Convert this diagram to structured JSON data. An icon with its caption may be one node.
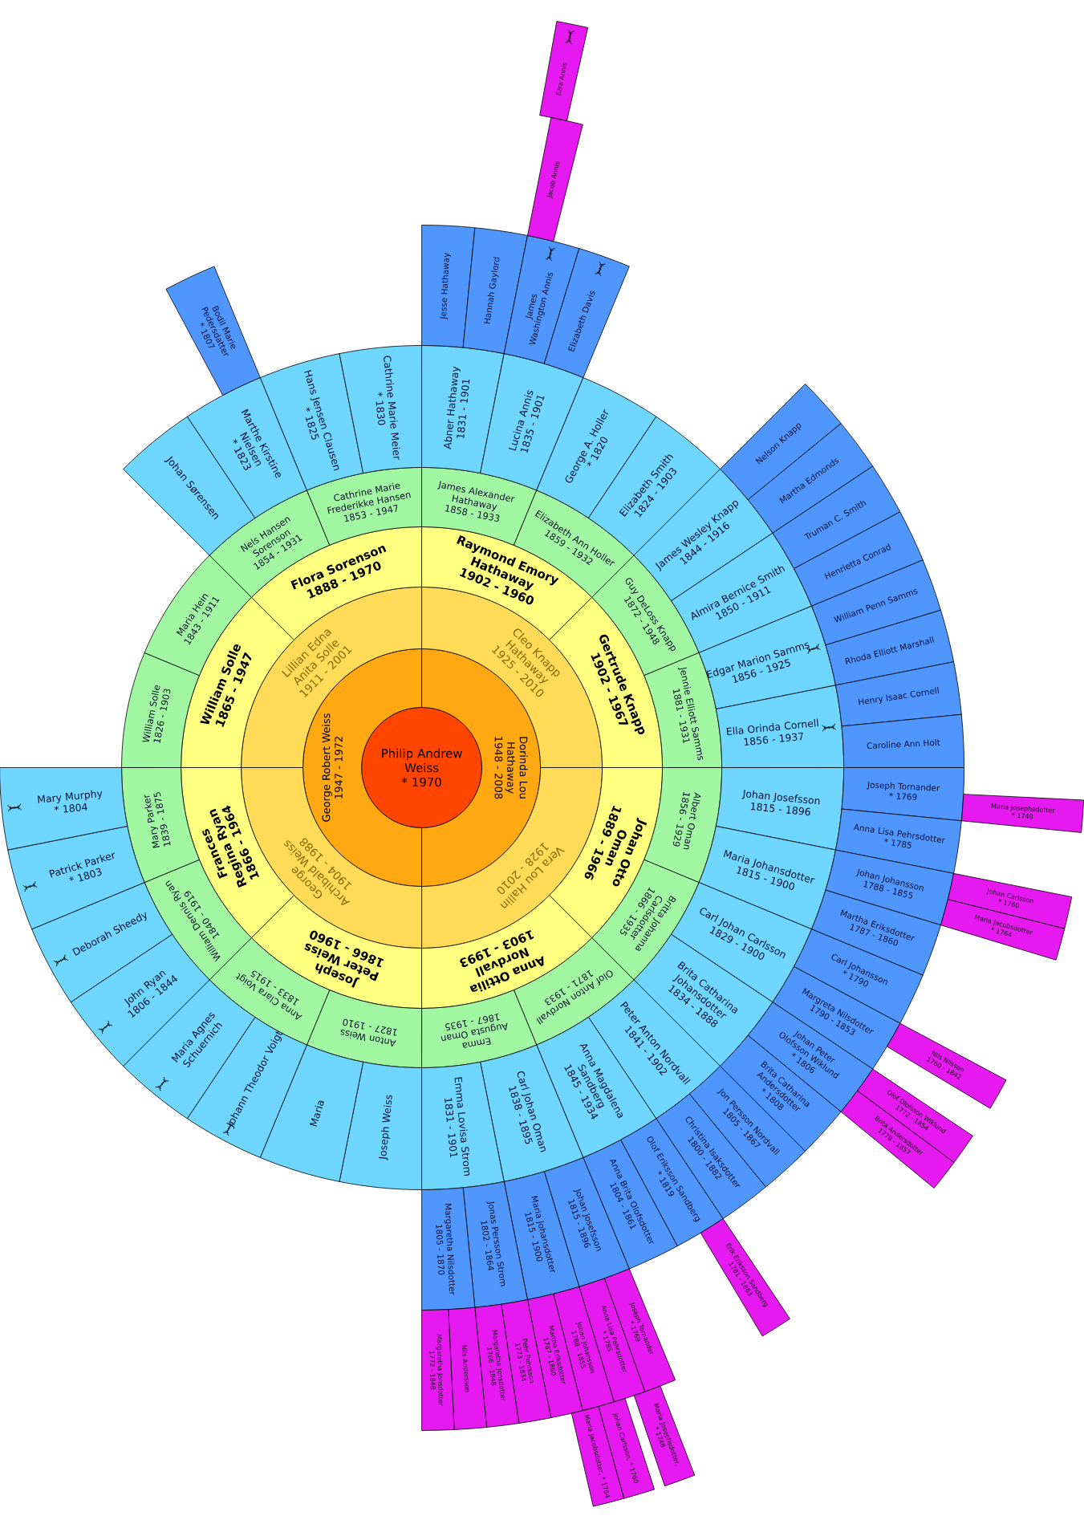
{
  "diagram": {
    "nodes": [
      {
        "text": [
          "Philip Andrew Weiss",
          "* 1970"
        ]
      },
      {
        "text": [
          "George Robert Weiss",
          "1947 - 1972"
        ]
      },
      {
        "text": [
          "Dorinda Lou Hathaway",
          "1948 - 2008"
        ]
      },
      {
        "text": [
          "George Archibald Weiss",
          "1904 - 1988"
        ]
      },
      {
        "text": [
          "Lillian Edna Anita Solle",
          "1911 - 2001"
        ]
      },
      {
        "text": [
          "Cleo Knapp Hathaway",
          "1925 - 2010"
        ]
      },
      {
        "text": [
          "Vera Lou Hallin",
          "1928 - 2010"
        ]
      },
      {
        "text": [
          "Joseph Peter Weiss",
          "1866 - 1960"
        ]
      },
      {
        "text": [
          "Frances Regina Ryan",
          "1866 - 1964"
        ]
      },
      {
        "text": [
          "William Solle",
          "1865 - 1947"
        ]
      },
      {
        "text": [
          "Flora Sorenson",
          "1888 - 1970"
        ]
      },
      {
        "text": [
          "Raymond Emory Hathaway",
          "1902 - 1960"
        ]
      },
      {
        "text": [
          "Gertrude Knapp",
          "1902 - 1967"
        ]
      },
      {
        "text": [
          "Johan Otto Oman",
          "1889 - 1966"
        ]
      },
      {
        "text": [
          "Anna Ottilia Nordvall",
          "1903 - 1993"
        ]
      },
      {
        "text": [
          "Anton Weiss",
          "1827 - 1910"
        ]
      },
      {
        "text": [
          "Anna Clara Voigt",
          "1833 - 1915"
        ]
      },
      {
        "text": [
          "William Dennis Ryan",
          "1840 - 1919"
        ]
      },
      {
        "text": [
          "Mary Parker",
          "1839 - 1875"
        ]
      },
      {
        "text": [
          "William Solle",
          "1826 - 1903"
        ]
      },
      {
        "text": [
          "Maria Hein",
          "1843 - 1911"
        ]
      },
      {
        "text": [
          "Nels Hansen Sorenson",
          "1854 - 1931"
        ]
      },
      {
        "text": [
          "Cathrine Marie Frederikke Hansen",
          "1853 - 1947"
        ]
      },
      {
        "text": [
          "James Alexander Hathaway",
          "1858 - 1933"
        ]
      },
      {
        "text": [
          "Elizabeth Ann Holler",
          "1859 - 1932"
        ]
      },
      {
        "text": [
          "Guy DeLoss Knapp",
          "1872 - 1948"
        ]
      },
      {
        "text": [
          "Jennie Elliott Samms",
          "1881 - 1931"
        ]
      },
      {
        "text": [
          "Albert Oman",
          "1856 - 1929"
        ]
      },
      {
        "text": [
          "Britta Johanna Carlsdotter",
          "1866 - 1935"
        ]
      },
      {
        "text": [
          "Olof Anton Nordvall",
          "1871 - 1933"
        ]
      },
      {
        "text": [
          "Emma Augusta Oman",
          "1867 - 1935"
        ]
      },
      {
        "text": [
          "Joseph Weiss"
        ]
      },
      {
        "text": [
          "Maria"
        ]
      },
      {
        "text": [
          "Johann Theodor Voigt"
        ]
      },
      {
        "text": [
          "Maria Agnes Schuernich"
        ]
      },
      {
        "text": [
          "John Ryan",
          "1806 - 1844"
        ]
      },
      {
        "text": [
          "Deborah Sheedy"
        ]
      },
      {
        "text": [
          "Patrick Parker",
          "* 1803"
        ]
      },
      {
        "text": [
          "Mary Murphy",
          "* 1804"
        ]
      },
      {
        "text": [
          "Johan Sørensen"
        ]
      },
      {
        "text": [
          "Marthe Kirstine Nielsen",
          "* 1823"
        ]
      },
      {
        "text": [
          "Hans Jensen Clausen",
          "* 1825"
        ]
      },
      {
        "text": [
          "Cathrine Marie Meier",
          "* 1830"
        ]
      },
      {
        "text": [
          "Abner Hathaway",
          "1831 - 1901"
        ]
      },
      {
        "text": [
          "Lucina Annis",
          "1835 - 1901"
        ]
      },
      {
        "text": [
          "George A. Holler",
          "* 1820"
        ]
      },
      {
        "text": [
          "Elizabeth Smith",
          "1824 - 1903"
        ]
      },
      {
        "text": [
          "James Wesley Knapp",
          "1844 - 1916"
        ]
      },
      {
        "text": [
          "Almira Bernice Smith",
          "1850 - 1911"
        ]
      },
      {
        "text": [
          "Edgar Marion Samms",
          "1856 - 1925"
        ]
      },
      {
        "text": [
          "Ella Orinda Cornell",
          "1856 - 1937"
        ]
      },
      {
        "text": [
          "Johan Josefsson",
          "1815 - 1896"
        ]
      },
      {
        "text": [
          "Maria Johansdotter",
          "1815 - 1900"
        ]
      },
      {
        "text": [
          "Carl Johan Carlsson",
          "1829 - 1900"
        ]
      },
      {
        "text": [
          "Brita Catharina Johansdotter",
          "1834 - 1888"
        ]
      },
      {
        "text": [
          "Peter Anton Nordvall",
          "1841 - 1902"
        ]
      },
      {
        "text": [
          "Anna Magdalena Sandberg",
          "1845 - 1934"
        ]
      },
      {
        "text": [
          "Carl Johan Oman",
          "1838 - 1895"
        ]
      },
      {
        "text": [
          "Emma Lovisa Strom",
          "1831 - 1901"
        ]
      },
      {
        "text": [
          "Bodil Marie Pedersdatter",
          "* 1807"
        ]
      },
      {
        "text": [
          "Jesse Hathaway"
        ]
      },
      {
        "text": [
          "Hannah Gaylord"
        ]
      },
      {
        "text": [
          "James Washington Annis"
        ]
      },
      {
        "text": [
          "Elizabeth Davis"
        ]
      },
      {
        "text": [
          "Nelson Knapp"
        ]
      },
      {
        "text": [
          "Martha Edmonds"
        ]
      },
      {
        "text": [
          "Truman C. Smith"
        ]
      },
      {
        "text": [
          "Henrietta Conrad"
        ]
      },
      {
        "text": [
          "William Penn Samms"
        ]
      },
      {
        "text": [
          "Rhoda Elliott Marshall"
        ]
      },
      {
        "text": [
          "Henry Isaac Cornell"
        ]
      },
      {
        "text": [
          "Caroline Ann Holt"
        ]
      },
      {
        "text": [
          "Joseph Tornander",
          "* 1769"
        ]
      },
      {
        "text": [
          "Anna Lisa Pehrsdotter",
          "* 1785"
        ]
      },
      {
        "text": [
          "Johan Johansson",
          "1788 - 1855"
        ]
      },
      {
        "text": [
          "Martha Eriksdotter",
          "1787 - 1860"
        ]
      },
      {
        "text": [
          "Carl Johansson",
          "* 1790"
        ]
      },
      {
        "text": [
          "Margreta Nilsdotter",
          "1790 - 1853"
        ]
      },
      {
        "text": [
          "Johan Peter Olofsson Wiklund",
          "* 1806"
        ]
      },
      {
        "text": [
          "Brita Catharina Andersdotter",
          "* 1808"
        ]
      },
      {
        "text": [
          "Jon Persson Nordvall",
          "1805 - 1867"
        ]
      },
      {
        "text": [
          "Christina Isaksdotter",
          "1800 - 1882"
        ]
      },
      {
        "text": [
          "Olof Eriksson Sandberg",
          "* 1819"
        ]
      },
      {
        "text": [
          "Anna Brita Olofsdotter",
          "1804 - 1861"
        ]
      },
      {
        "text": [
          "Johan Josefsson",
          "1815 - 1896"
        ]
      },
      {
        "text": [
          "Maria Johansdotter",
          "1815 - 1900"
        ]
      },
      {
        "text": [
          "Jonas Persson Strom",
          "1802 - 1864"
        ]
      },
      {
        "text": [
          "Margaretha Nilsdotter",
          "1805 - 1870"
        ]
      },
      {
        "text": [
          "Jacob Annis"
        ]
      },
      {
        "text": [
          "Maria Josephsdotter",
          "* 1748"
        ]
      },
      {
        "text": [
          "Johan Carlsson",
          "* 1760"
        ]
      },
      {
        "text": [
          "Maria Jacobsdotter",
          "* 1764"
        ]
      },
      {
        "text": [
          "Nils Nilsson",
          "1760 - 1842"
        ]
      },
      {
        "text": [
          "Olof Olofsson Wiklund",
          "1772 - 1854"
        ]
      },
      {
        "text": [
          "Brita Andersdotter",
          "1778 - 1857"
        ]
      },
      {
        "text": [
          "Erik Eriksson Sandberg",
          "1781 - 1863"
        ]
      },
      {
        "text": [
          "Joseph Tornander",
          "* 1769"
        ]
      },
      {
        "text": [
          "Anna Lisa Pehrsdotter",
          "* 1785"
        ]
      },
      {
        "text": [
          "Johan Johansson",
          "1788 - 1855"
        ]
      },
      {
        "text": [
          "Martha Eriksdotter",
          "1787 - 1860"
        ]
      },
      {
        "text": [
          "Pehr Pehrsson",
          "1773 - 1834"
        ]
      },
      {
        "text": [
          "Margaretha Jonsdotter",
          "1766 - 1848"
        ]
      },
      {
        "text": [
          "Nils Andersson"
        ]
      },
      {
        "text": [
          "Margaretha Jonsdotter",
          "1772 - 1848"
        ]
      },
      {
        "text": [
          "Ezra Annis"
        ]
      },
      {
        "text": [
          "Maria Josephsdotter, * 1748"
        ]
      },
      {
        "text": [
          "Johan Carlsson, * 1760"
        ]
      },
      {
        "text": [
          "Maria Jacobsdotter, * 1764"
        ]
      }
    ]
  }
}
